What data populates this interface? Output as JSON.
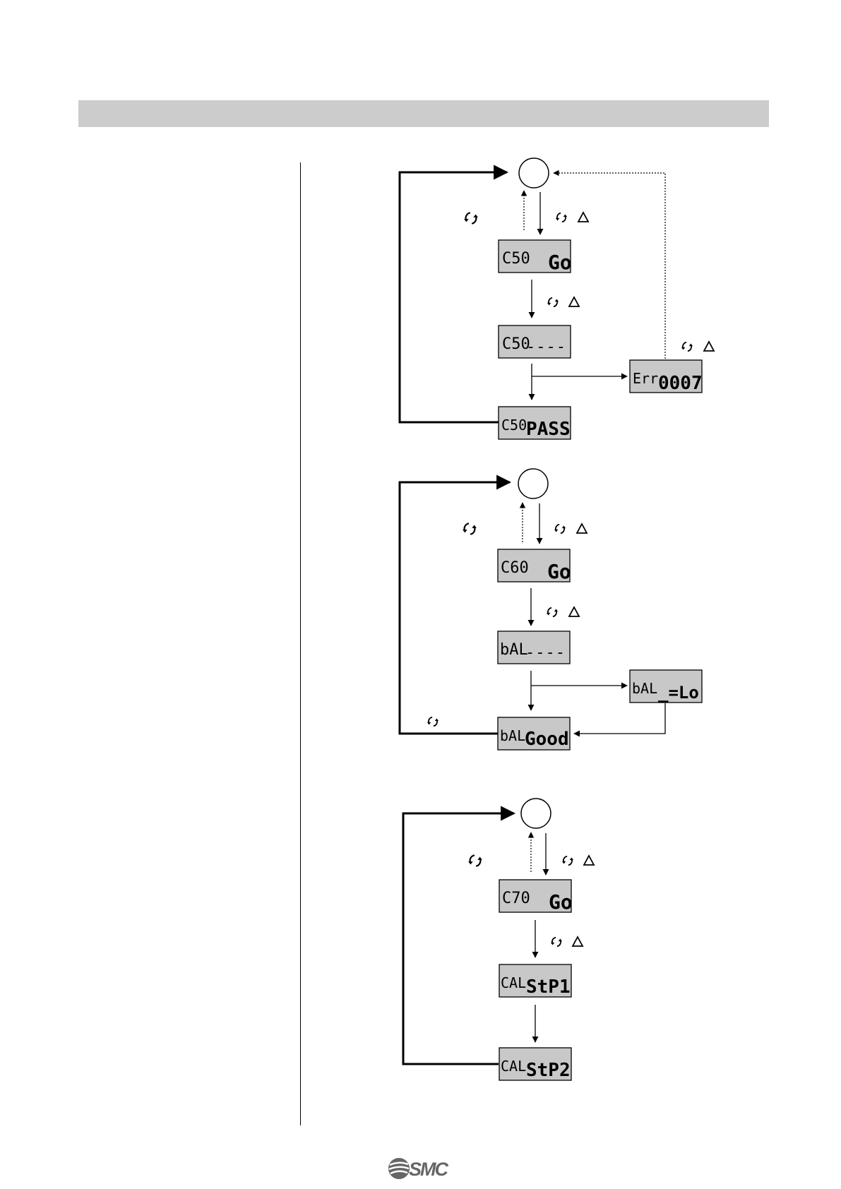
{
  "header": {
    "title": ""
  },
  "footer": {
    "logo_text": "SMC"
  },
  "flow_1": {
    "displays": [
      {
        "left": "C50",
        "right": "Go"
      },
      {
        "left": "C50",
        "right": "----"
      },
      {
        "left": "Err",
        "right": "0007"
      },
      {
        "left": "C50",
        "right": "PASS"
      }
    ]
  },
  "flow_2": {
    "displays": [
      {
        "left": "C60",
        "right": "Go"
      },
      {
        "left": "bAL",
        "right": "----"
      },
      {
        "left": "bAL",
        "right": "_=Lo"
      },
      {
        "left": "bAL",
        "right": "Good"
      }
    ]
  },
  "flow_3": {
    "displays": [
      {
        "left": "C70",
        "right": "Go"
      },
      {
        "left": "CAL",
        "right": "StP1"
      },
      {
        "left": "CAL",
        "right": "StP2"
      }
    ]
  },
  "icons": {
    "rotate": "rotate-arrows-icon",
    "up": "up-triangle-icon",
    "start": "start-circle-icon"
  }
}
